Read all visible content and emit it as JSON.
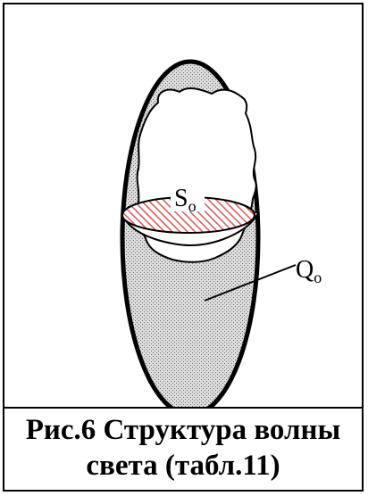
{
  "figure": {
    "labels": {
      "inner_symbol": "S",
      "inner_subscript": "o",
      "outer_symbol": "Q",
      "outer_subscript": "o"
    },
    "colors": {
      "outline": "#000000",
      "stipple": "#7a7a7a",
      "background_fill": "#d9d9d9",
      "hatch": "#e05555",
      "void": "#ffffff"
    }
  },
  "caption": {
    "line1": "Рис.6 Структура волны",
    "line2": "света (табл.11)"
  }
}
